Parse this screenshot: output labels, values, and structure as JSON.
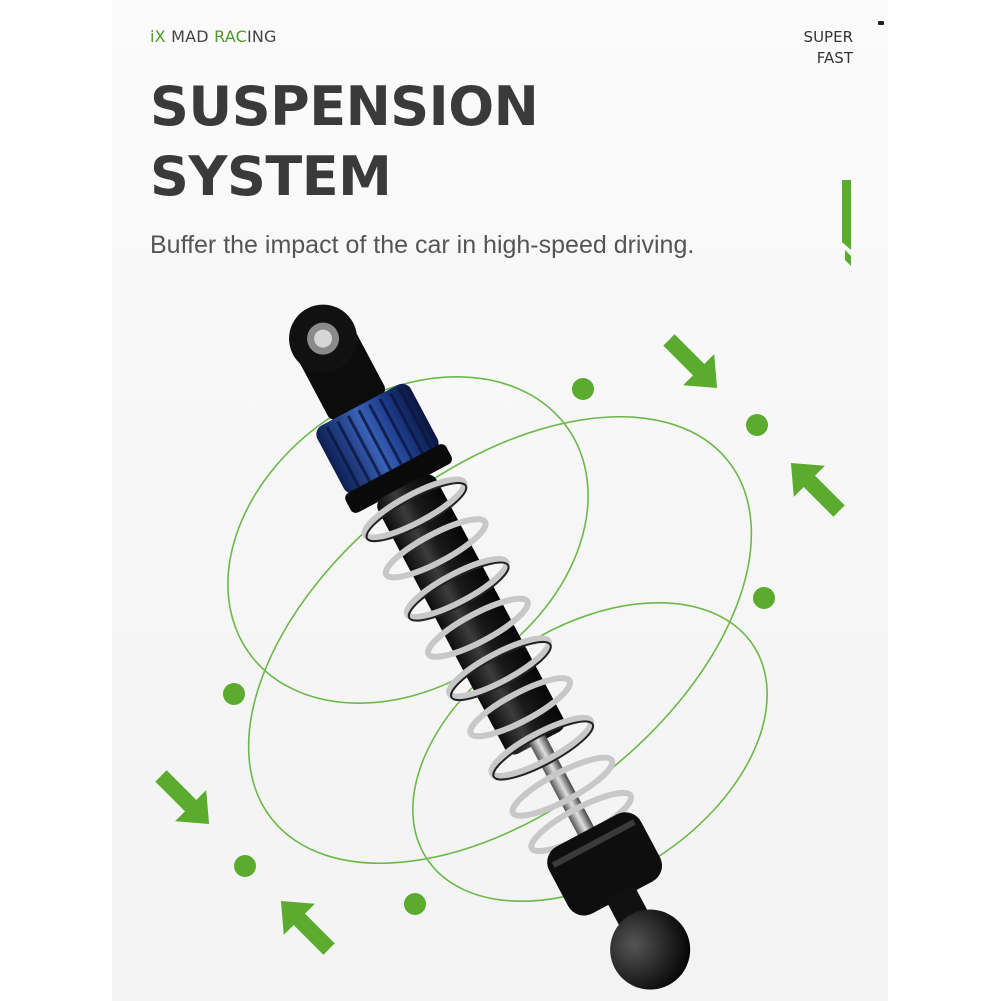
{
  "header": {
    "brand_prefix": "iX",
    "brand_mid": " MAD ",
    "brand_accent": "RAC",
    "brand_suffix": "ING",
    "tagline_line1": "SUPER",
    "tagline_line2": "FAST"
  },
  "hero": {
    "title_line1": "SUSPENSION",
    "title_line2": "SYSTEM",
    "subtitle": "Buffer the impact of the car in high-speed driving."
  },
  "colors": {
    "accent": "#5aab2e",
    "headline": "#3a3a3a",
    "body_text": "#555555"
  },
  "illustration": {
    "subject": "shock-absorber",
    "decorations": [
      "orbit-rings",
      "green-dots",
      "compression-arrows"
    ]
  }
}
